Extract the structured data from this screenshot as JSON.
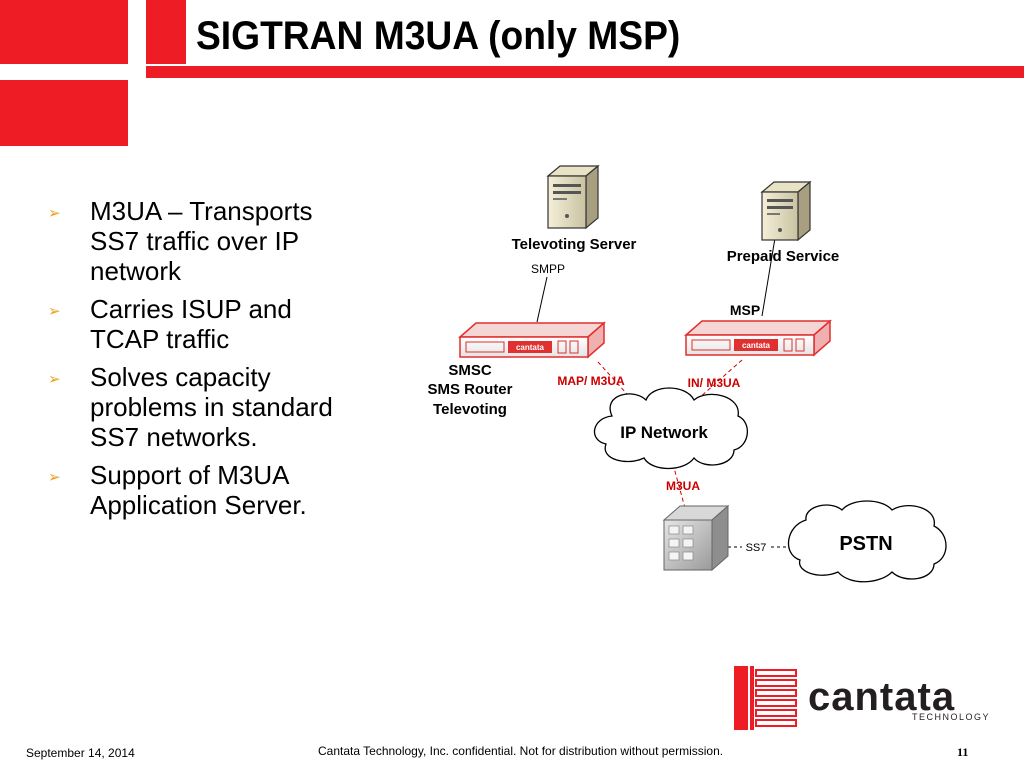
{
  "slide": {
    "title": "SIGTRAN M3UA (only MSP)"
  },
  "bullets": [
    "M3UA – Transports SS7 traffic over IP network",
    "Carries ISUP and TCAP traffic",
    "Solves capacity problems in standard SS7 networks.",
    "Support of M3UA Application Server."
  ],
  "diagram": {
    "televoting_server": "Televoting Server",
    "smpp": "SMPP",
    "prepaid_service": "Prepaid Service",
    "msp": "MSP",
    "smsc_lines": [
      "SMSC",
      "SMS Router",
      "Televoting"
    ],
    "map_m3ua": "MAP/ M3UA",
    "in_m3ua": "IN/ M3UA",
    "ip_network": "IP Network",
    "m3ua": "M3UA",
    "ss7": "SS7",
    "pstn": "PSTN",
    "device_brand": "cantata"
  },
  "logo": {
    "name": "cantata",
    "tagline": "TECHNOLOGY"
  },
  "footer": {
    "date": "September 14, 2014",
    "notice": "Cantata Technology, Inc. confidential. Not for distribution without permission.",
    "page": "11"
  },
  "colors": {
    "accent": "#ee1c24",
    "bullet": "#e8a020",
    "annotation_red": "#cc0000"
  }
}
